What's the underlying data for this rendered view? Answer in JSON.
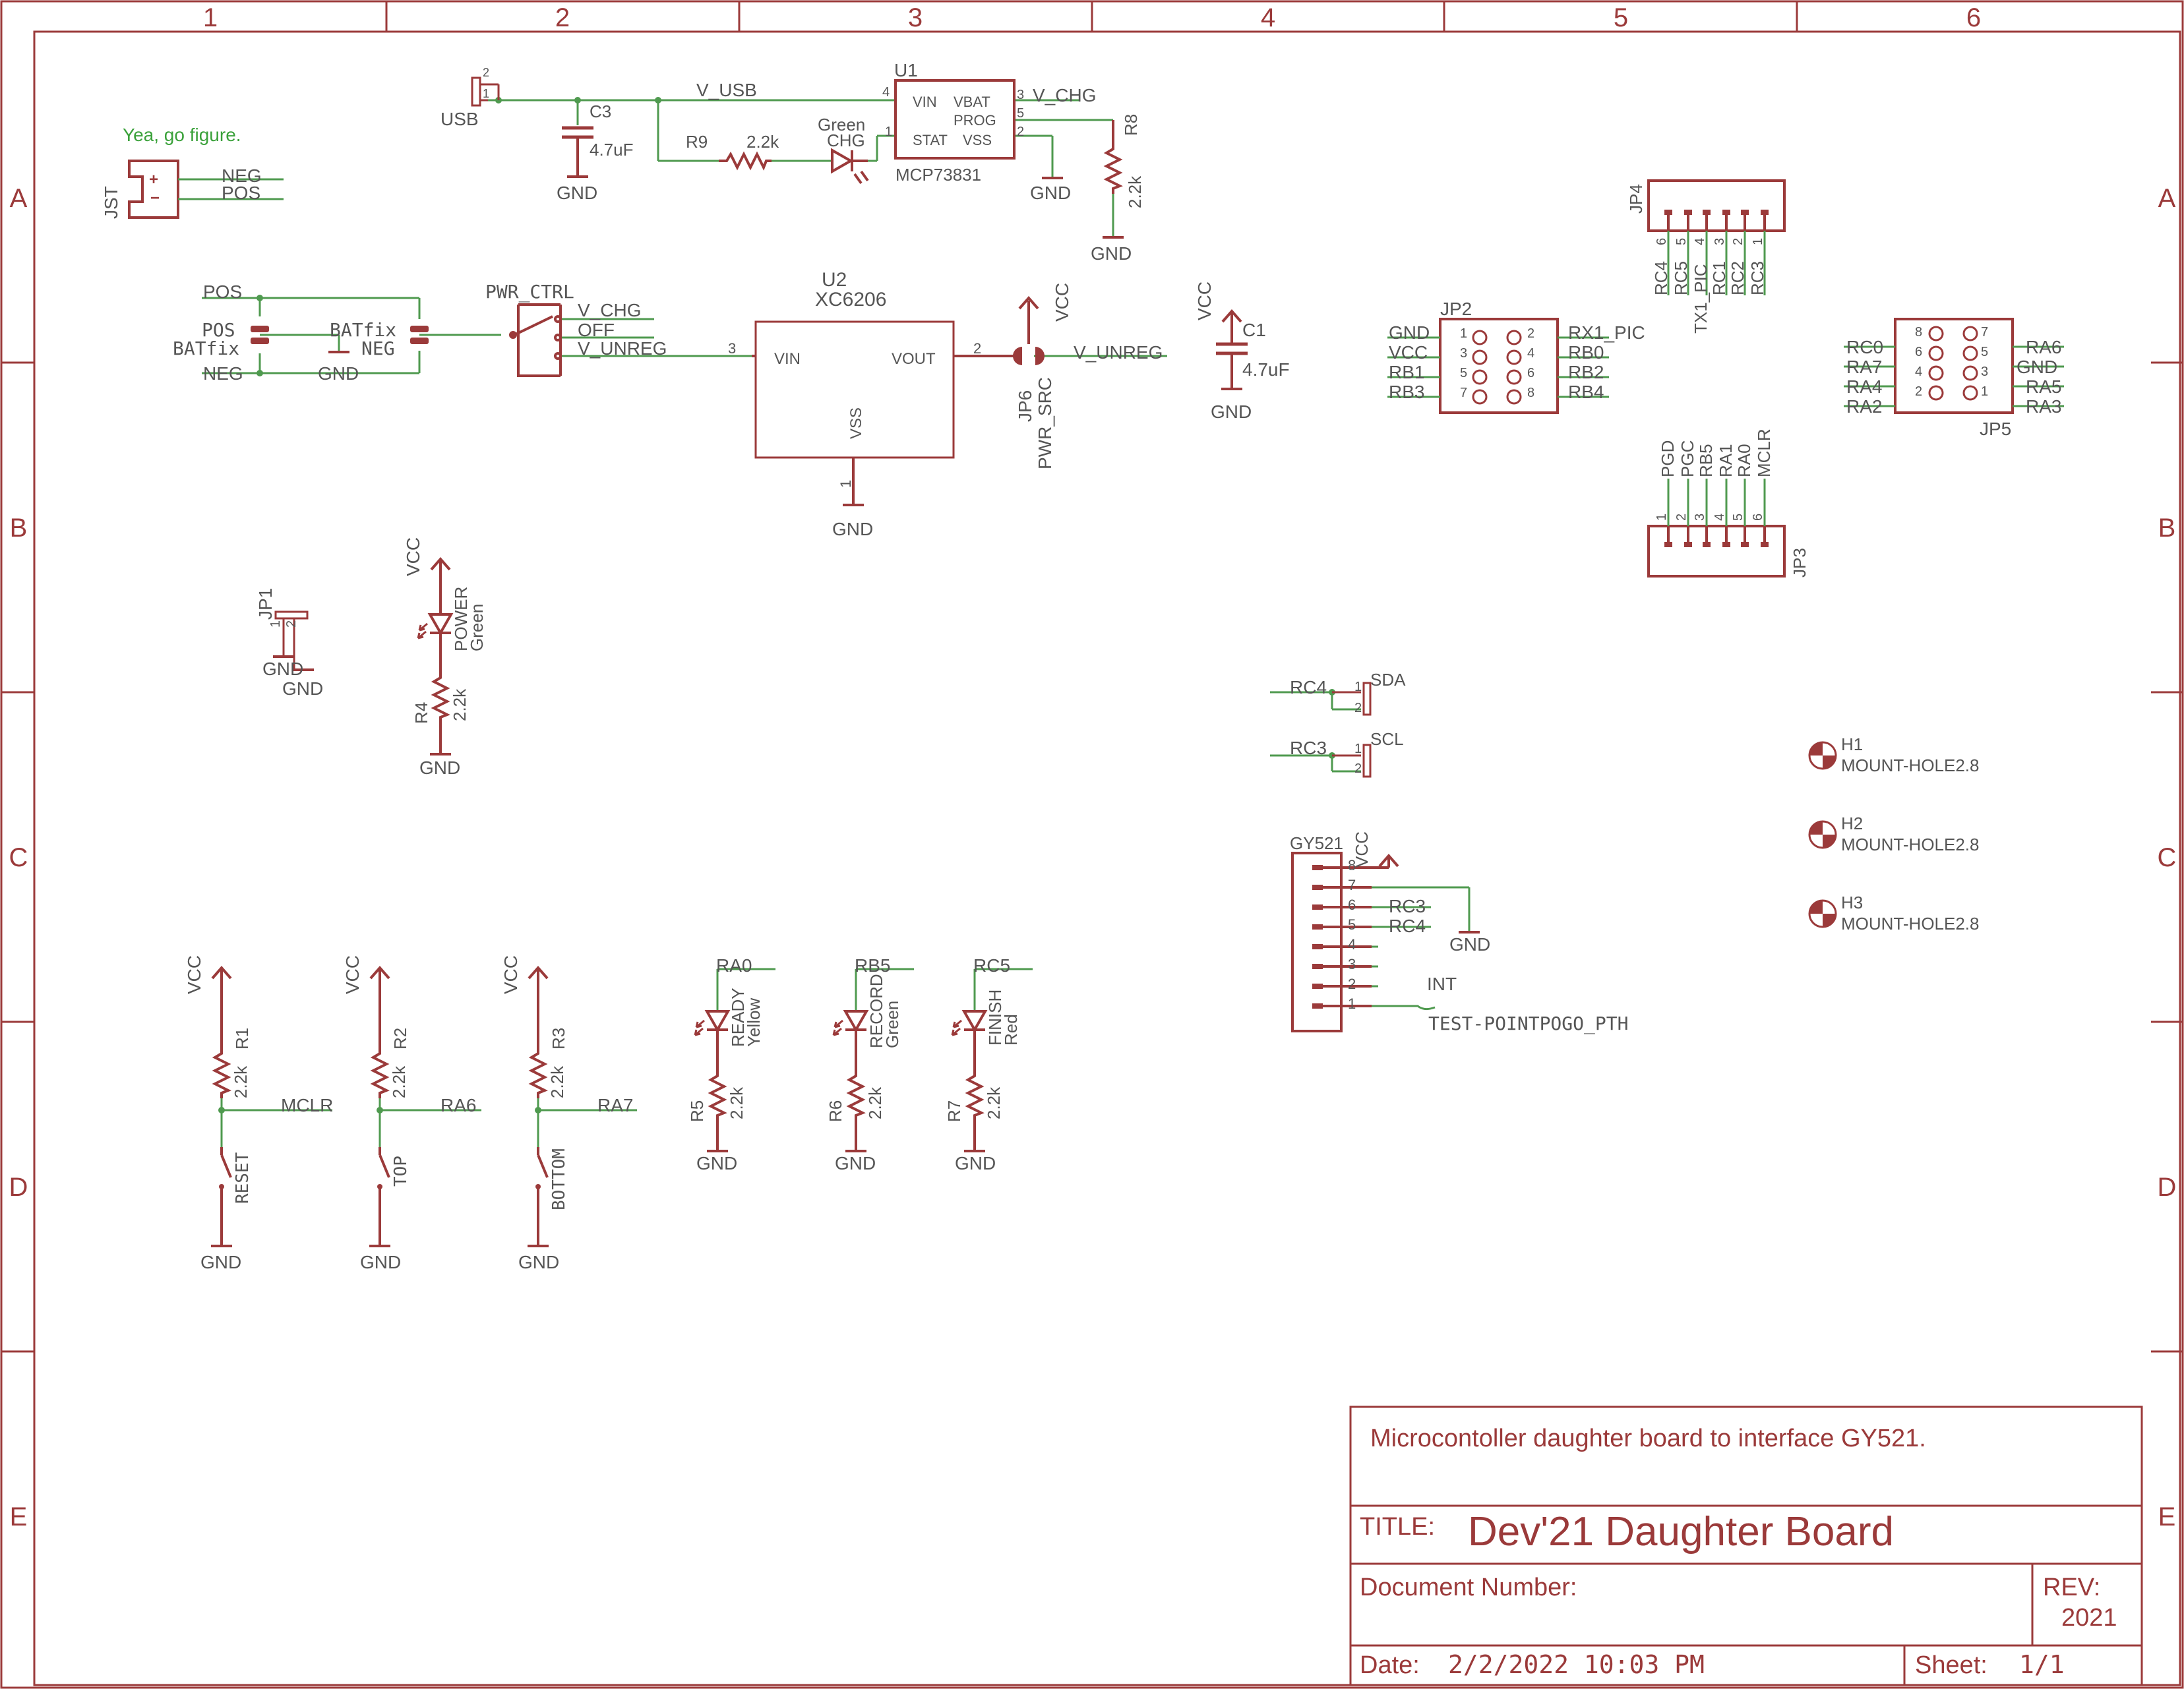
{
  "colors": {
    "frame": "#9b3a3a",
    "wire": "#4f9a4f",
    "note": "#3aa13a",
    "white": "#ffffff"
  },
  "frame": {
    "cols": [
      "1",
      "2",
      "3",
      "4",
      "5",
      "6"
    ],
    "rows": [
      "A",
      "B",
      "C",
      "D",
      "E"
    ]
  },
  "charger": {
    "usb": {
      "label": "USB",
      "pin2": "2",
      "pin1": "1"
    },
    "c3": {
      "name": "C3",
      "value": "4.7uF",
      "gnd": "GND"
    },
    "u1": {
      "ref": "U1",
      "part": "MCP73831",
      "vin": "VIN",
      "vbat": "VBAT",
      "prog": "PROG",
      "stat": "STAT",
      "vss": "VSS",
      "p4": "4",
      "p3": "3",
      "p5": "5",
      "p1": "1",
      "p2": "2",
      "gnd": "GND"
    },
    "net_vusb": "V_USB",
    "net_vchg": "V_CHG",
    "r9": {
      "name": "R9",
      "value": "2.2k"
    },
    "led": {
      "color": "Green",
      "name": "CHG"
    },
    "r8": {
      "name": "R8",
      "value": "2.2k",
      "gnd": "GND"
    }
  },
  "jst": {
    "note": "Yea, go figure.",
    "label": "JST",
    "neg": "NEG",
    "pos": "POS"
  },
  "battery": {
    "pos": "POS",
    "neg": "NEG",
    "pos2": "POS",
    "batfix1": "BATfix",
    "batfix2": "BATfix",
    "neg2": "NEG",
    "gnd": "GND"
  },
  "switch": {
    "name": "PWR_CTRL",
    "vchg": "V_CHG",
    "off": "OFF",
    "vunreg": "V_UNREG"
  },
  "reg": {
    "ref": "U2",
    "part": "XC6206",
    "vin": "VIN",
    "vout": "VOUT",
    "vss": "VSS",
    "p3": "3",
    "p2": "2",
    "p1": "1",
    "gnd": "GND"
  },
  "jp6": {
    "name": "JP6",
    "sub": "PWR_SRC",
    "vcc": "VCC",
    "net": "V_UNREG"
  },
  "c1": {
    "vcc": "VCC",
    "name": "C1",
    "value": "4.7uF",
    "gnd": "GND"
  },
  "jp1": {
    "name": "JP1",
    "p1": "1",
    "p2": "2",
    "gnd1": "GND",
    "gnd2": "GND"
  },
  "power": {
    "vcc": "VCC",
    "name": "POWER",
    "color": "Green",
    "r": "R4",
    "value": "2.2k",
    "gnd": "GND"
  },
  "jp2": {
    "name": "JP2",
    "left": [
      "GND",
      "VCC",
      "RB1",
      "RB3"
    ],
    "right": [
      "RX1_PIC",
      "RB0",
      "RB2",
      "RB4"
    ],
    "pl": [
      "1",
      "3",
      "5",
      "7"
    ],
    "pr": [
      "2",
      "4",
      "6",
      "8"
    ]
  },
  "jp4": {
    "name": "JP4",
    "nets": [
      "RC4",
      "RC5",
      "TX1_PIC",
      "RC1",
      "RC2",
      "RC3"
    ],
    "pins": [
      "6",
      "5",
      "4",
      "3",
      "2",
      "1"
    ]
  },
  "jp3": {
    "name": "JP3",
    "nets": [
      "PGD",
      "PGC",
      "RB5",
      "RA1",
      "RA0",
      "MCLR"
    ],
    "pins": [
      "1",
      "2",
      "3",
      "4",
      "5",
      "6"
    ]
  },
  "jp5": {
    "name": "JP5",
    "left": [
      "RC0",
      "RA7",
      "RA4",
      "RA2"
    ],
    "right": [
      "RA6",
      "GND",
      "RA5",
      "RA3"
    ],
    "pl": [
      "8",
      "6",
      "4",
      "2"
    ],
    "pr": [
      "7",
      "5",
      "3",
      "1"
    ]
  },
  "i2c": {
    "sda": "SDA",
    "scl": "SCL",
    "rc4": "RC4",
    "rc3": "RC3",
    "p1": "1",
    "p2": "2"
  },
  "holes": [
    {
      "name": "H1",
      "part": "MOUNT-HOLE2.8"
    },
    {
      "name": "H2",
      "part": "MOUNT-HOLE2.8"
    },
    {
      "name": "H3",
      "part": "MOUNT-HOLE2.8"
    }
  ],
  "gy521": {
    "name": "GY521",
    "vcc": "VCC",
    "pins": [
      "8",
      "7",
      "6",
      "5",
      "4",
      "3",
      "2",
      "1"
    ],
    "rc3": "RC3",
    "rc4": "RC4",
    "int": "INT",
    "tp": "TEST-POINTPOGO_PTH",
    "gnd": "GND"
  },
  "buttons": [
    {
      "vcc": "VCC",
      "r": "R1",
      "value": "2.2k",
      "net": "MCLR",
      "sw": "RESET",
      "gnd": "GND"
    },
    {
      "vcc": "VCC",
      "r": "R2",
      "value": "2.2k",
      "net": "RA6",
      "sw": "TOP",
      "gnd": "GND"
    },
    {
      "vcc": "VCC",
      "r": "R3",
      "value": "2.2k",
      "net": "RA7",
      "sw": "BOTTOM",
      "gnd": "GND"
    }
  ],
  "leds": [
    {
      "net": "RA0",
      "name": "READY",
      "color": "Yellow",
      "r": "R5",
      "value": "2.2k",
      "gnd": "GND"
    },
    {
      "net": "RB5",
      "name": "RECORD",
      "color": "Green",
      "r": "R6",
      "value": "2.2k",
      "gnd": "GND"
    },
    {
      "net": "RC5",
      "name": "FINISH",
      "color": "Red",
      "r": "R7",
      "value": "2.2k",
      "gnd": "GND"
    }
  ],
  "titleblock": {
    "description": "Microcontoller daughter board to interface GY521.",
    "title_label": "TITLE:",
    "title": "Dev'21 Daughter Board",
    "docnum_label": "Document Number:",
    "rev_label": "REV:",
    "rev": "2021",
    "date_label": "Date:",
    "date": "2/2/2022 10:03 PM",
    "sheet_label": "Sheet:",
    "sheet": "1/1"
  }
}
